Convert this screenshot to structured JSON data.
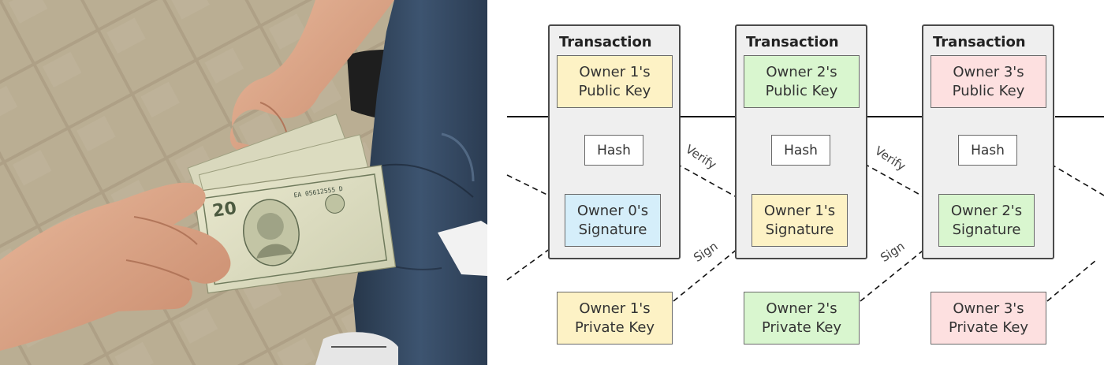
{
  "photo": {
    "bill_denomination": "20",
    "bill_serial": "EA 05612555 D"
  },
  "diagram": {
    "transactions": [
      {
        "title": "Transaction",
        "public_key": {
          "line1": "Owner 1's",
          "line2": "Public Key"
        },
        "hash": "Hash",
        "signature": {
          "line1": "Owner 0's",
          "line2": "Signature"
        },
        "private_key": {
          "line1": "Owner 1's",
          "line2": "Private Key"
        }
      },
      {
        "title": "Transaction",
        "public_key": {
          "line1": "Owner 2's",
          "line2": "Public Key"
        },
        "hash": "Hash",
        "signature": {
          "line1": "Owner 1's",
          "line2": "Signature"
        },
        "private_key": {
          "line1": "Owner 2's",
          "line2": "Private Key"
        }
      },
      {
        "title": "Transaction",
        "public_key": {
          "line1": "Owner 3's",
          "line2": "Public Key"
        },
        "hash": "Hash",
        "signature": {
          "line1": "Owner 2's",
          "line2": "Signature"
        },
        "private_key": {
          "line1": "Owner 3's",
          "line2": "Private Key"
        }
      }
    ],
    "labels": {
      "verify": "Verify",
      "sign": "Sign"
    },
    "colors": {
      "owner1": "#fdf2c5",
      "owner2": "#d9f6cf",
      "owner3": "#fde0e0",
      "owner0": "#d5eefa",
      "panel": "#efefef"
    }
  }
}
